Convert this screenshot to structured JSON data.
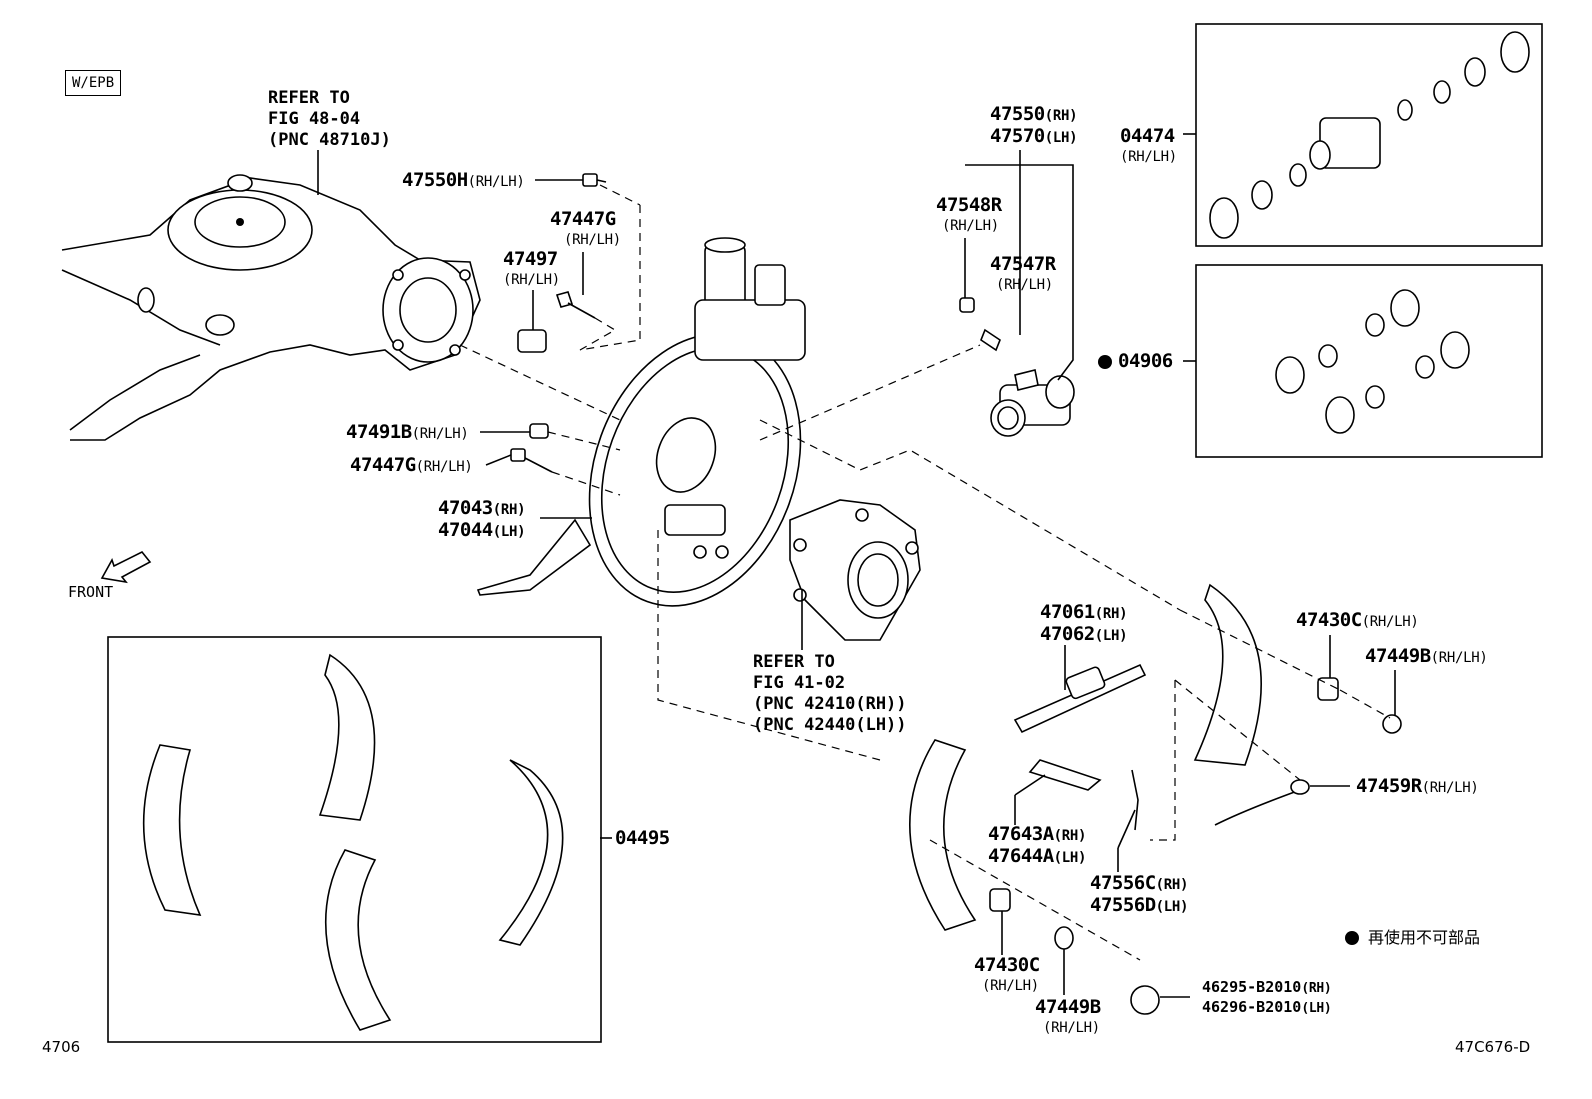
{
  "tag_wepb": "W/EPB",
  "refer_48": [
    "REFER TO",
    "FIG 48-04",
    "(PNC 48710J)"
  ],
  "refer_41": [
    "REFER TO",
    "FIG 41-02",
    "(PNC 42410(RH))",
    "(PNC 42440(LH))"
  ],
  "front": "FRONT",
  "footer_left": "4706",
  "footer_right": "47C676-D",
  "legend_text": "再使用不可部品",
  "labels": {
    "p47550H": "47550H",
    "p47550H_sub": "(RH/LH)",
    "p47447G_top": "47447G",
    "p47447G_top_sub": "(RH/LH)",
    "p47497": "47497",
    "p47497_sub": "(RH/LH)",
    "p47491B": "47491B",
    "p47491B_sub": "(RH/LH)",
    "p47447G_mid": "47447G",
    "p47447G_mid_sub": "(RH/LH)",
    "p47043": "47043",
    "p47043_sub": "(RH)",
    "p47044": "47044",
    "p47044_sub": "(LH)",
    "p47550": "47550",
    "p47550_sub": "(RH)",
    "p47570": "47570",
    "p47570_sub": "(LH)",
    "p47548R": "47548R",
    "p47548R_sub": "(RH/LH)",
    "p47547R": "47547R",
    "p47547R_sub": "(RH/LH)",
    "p04474": "04474",
    "p04474_sub": "(RH/LH)",
    "p04906": "04906",
    "p47061": "47061",
    "p47061_sub": "(RH)",
    "p47062": "47062",
    "p47062_sub": "(LH)",
    "p47430C_r": "47430C",
    "p47430C_r_sub": "(RH/LH)",
    "p47449B_r": "47449B",
    "p47449B_r_sub": "(RH/LH)",
    "p47459R": "47459R",
    "p47459R_sub": "(RH/LH)",
    "p47643A": "47643A",
    "p47643A_sub": "(RH)",
    "p47644A": "47644A",
    "p47644A_sub": "(LH)",
    "p47556C": "47556C",
    "p47556C_sub": "(RH)",
    "p47556D": "47556D",
    "p47556D_sub": "(LH)",
    "p04495": "04495",
    "p47430C_b": "47430C",
    "p47430C_b_sub": "(RH/LH)",
    "p47449B_b": "47449B",
    "p47449B_b_sub": "(RH/LH)",
    "p46295": "46295-B2010",
    "p46295_sub": "(RH)",
    "p46296": "46296-B2010",
    "p46296_sub": "(LH)"
  }
}
